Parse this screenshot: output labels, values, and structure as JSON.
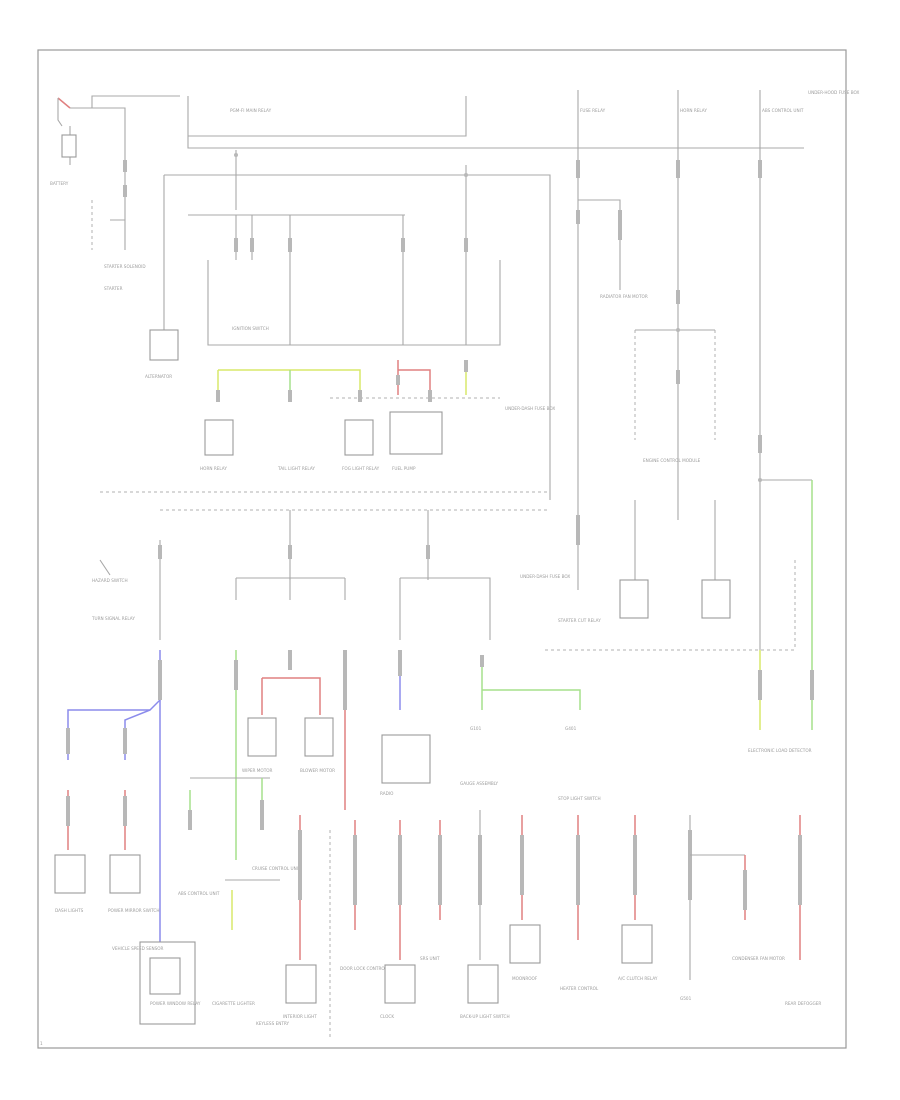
{
  "page_number": "1",
  "diagram_title": "",
  "labels": {
    "battery": "BATTERY",
    "starter": "STARTER",
    "starter_solenoid": "STARTER SOLENOID",
    "alternator": "ALTERNATOR",
    "ignition_switch": "IGNITION SWITCH",
    "underhood_fuse_box": "UNDER-HOOD FUSE BOX",
    "underdash_fuse_box": "UNDER-DASH FUSE BOX",
    "engine_control_module": "ENGINE CONTROL MODULE",
    "fuse_relay": "FUSE RELAY",
    "radiator_fan": "RADIATOR FAN MOTOR",
    "condenser_fan": "CONDENSER FAN MOTOR",
    "horn_relay": "HORN RELAY",
    "tail_light_relay": "TAIL LIGHT RELAY",
    "fog_light_relay": "FOG LIGHT RELAY",
    "hazard_switch": "HAZARD SWITCH",
    "turn_signal_relay": "TURN SIGNAL RELAY",
    "power_window_relay": "POWER WINDOW RELAY",
    "starter_cut_relay": "STARTER CUT RELAY",
    "main_relay": "PGM-FI MAIN RELAY",
    "blower_motor": "BLOWER MOTOR",
    "wiper_motor": "WIPER MOTOR",
    "rear_defog": "REAR DEFOGGER",
    "cruise_control": "CRUISE CONTROL UNIT",
    "dash_lights": "DASH LIGHTS",
    "power_mirror": "POWER MIRROR SWITCH",
    "interior_light": "INTERIOR LIGHT",
    "door_lock": "DOOR LOCK CONTROL UNIT",
    "clock": "CLOCK",
    "srs_unit": "SRS UNIT",
    "gauge": "GAUGE ASSEMBLY",
    "radio": "RADIO",
    "cig_lighter": "CIGARETTE LIGHTER",
    "keyless": "KEYLESS ENTRY",
    "moonroof": "MOONROOF",
    "speed_sensor": "VEHICLE SPEED SENSOR",
    "backup_light": "BACK-UP LIGHT SWITCH",
    "stop_light": "STOP LIGHT SWITCH",
    "heater": "HEATER CONTROL",
    "ac_clutch": "A/C CLUTCH RELAY",
    "abs": "ABS CONTROL UNIT",
    "ground": "G101",
    "ground2": "G401",
    "ground3": "G501",
    "ecu_power": "ELECTRONIC LOAD DETECTOR",
    "fuel_pump": "FUEL PUMP"
  },
  "colors": {
    "wire_default": "#a8a8a8",
    "wire_yellow": "#d8e86a",
    "wire_green": "#a6e08c",
    "wire_red": "#e08080",
    "wire_blue": "#8c8cec"
  }
}
